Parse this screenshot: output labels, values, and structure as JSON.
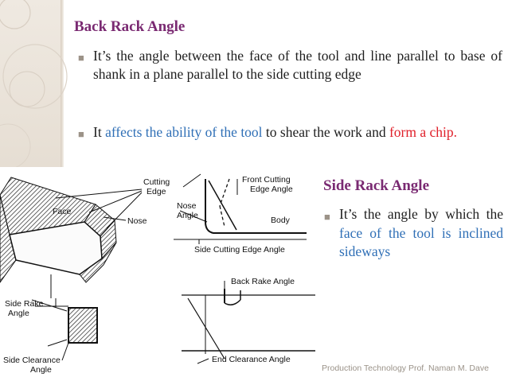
{
  "back_rack": {
    "title": "Back Rack Angle",
    "bullet1": "It’s the angle between the face of the tool and line parallel to base of shank in a plane parallel to the side cutting edge",
    "bullet2": {
      "t1": "It ",
      "blue": "affects the ability of the tool",
      "t2": " to shear the work and ",
      "red": "form a chip."
    }
  },
  "side_rack": {
    "title": "Side Rack Angle",
    "bullet": {
      "t1": "It’s the angle by which the ",
      "blue": "face of the tool is inclined sideways"
    }
  },
  "figure_labels": {
    "cutting_edge_1": "Cutting",
    "cutting_edge_2": "Edge",
    "face": "Face",
    "nose_left": "Nose",
    "front_cutting_1": "Front Cutting",
    "front_cutting_2": "Edge Angle",
    "nose_angle_1": "Nose",
    "nose_angle_2": "Angle",
    "body": "Body",
    "side_cutting_edge_angle": "Side Cutting Edge Angle",
    "side_rake_1": "Side Rake",
    "side_rake_2": "Angle",
    "side_clearance_1": "Side Clearance",
    "side_clearance_2": "Angle",
    "back_rake_angle": "Back Rake Angle",
    "end_clearance_angle": "End Clearance Angle"
  },
  "footer": "Production Technology  Prof. Naman M. Dave"
}
